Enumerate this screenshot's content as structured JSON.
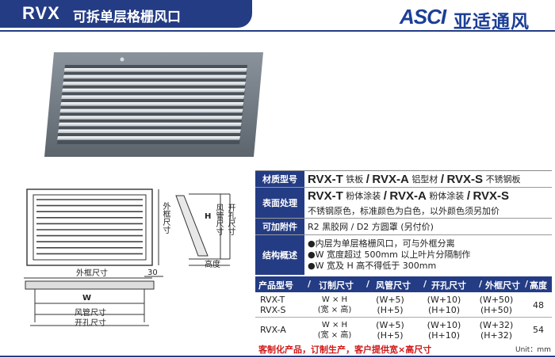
{
  "header": {
    "code": "RVX",
    "name": "可拆单层格栅风口"
  },
  "brand": {
    "mark": "ASCI",
    "name": "亚适通风"
  },
  "diagram": {
    "outer_frame": "外框尺寸",
    "duct_size": "风管尺寸",
    "opening_size": "开孔尺寸",
    "height": "高度",
    "w": "W",
    "h": "H",
    "dim_30": "30"
  },
  "specs": {
    "material": {
      "label": "材质型号",
      "t_code": "RVX-T",
      "t_text": "铁板",
      "a_code": "RVX-A",
      "a_text": "铝型材",
      "s_code": "RVX-S",
      "s_text": "不锈钢板",
      "sep": "/"
    },
    "surface": {
      "label": "表面处理",
      "t_code": "RVX-T",
      "t_text": "粉体涂装",
      "a_code": "RVX-A",
      "a_text": "粉体涂装",
      "s_code": "RVX-S",
      "s_text": "不锈钢原色，标准颜色为白色，以外颜色须另加价",
      "sep": "/"
    },
    "addon": {
      "label": "可加附件",
      "text": "R2 黑胶网 / D2 方圆罩 (另付价)"
    },
    "structure": {
      "label": "结构概述",
      "items": [
        "●内层为单层格栅风口，可与外框分离",
        "●W 宽度超过 500mm 以上叶片分隔制作",
        "●W 宽及 H 高不得低于 300mm"
      ]
    }
  },
  "table": {
    "headers": [
      "产品型号",
      "/",
      "订制尺寸",
      "/",
      "风管尺寸",
      "/",
      "开孔尺寸",
      "/",
      "外框尺寸",
      "/",
      "高度"
    ],
    "rows": [
      {
        "models": [
          "RVX-T",
          "RVX-S"
        ],
        "custom": [
          "W × H",
          "(宽 × 高)"
        ],
        "duct": [
          "(W+5)",
          "(H+5)"
        ],
        "opening": [
          "(W+10)",
          "(H+10)"
        ],
        "frame": [
          "(W+50)",
          "(H+50)"
        ],
        "height": "48"
      },
      {
        "models": [
          "RVX-A"
        ],
        "custom": [
          "W × H",
          "(宽 × 高)"
        ],
        "duct": [
          "(W+5)",
          "(H+5)"
        ],
        "opening": [
          "(W+10)",
          "(H+10)"
        ],
        "frame": [
          "(W+32)",
          "(H+32)"
        ],
        "height": "54"
      }
    ]
  },
  "footer": {
    "note": "客制化产品，订制生产，客户提供宽×高尺寸",
    "unit": "Unit：mm"
  },
  "colors": {
    "brand_blue": "#243c84",
    "note_red": "#d01818",
    "product_gray": "#6e7780"
  }
}
